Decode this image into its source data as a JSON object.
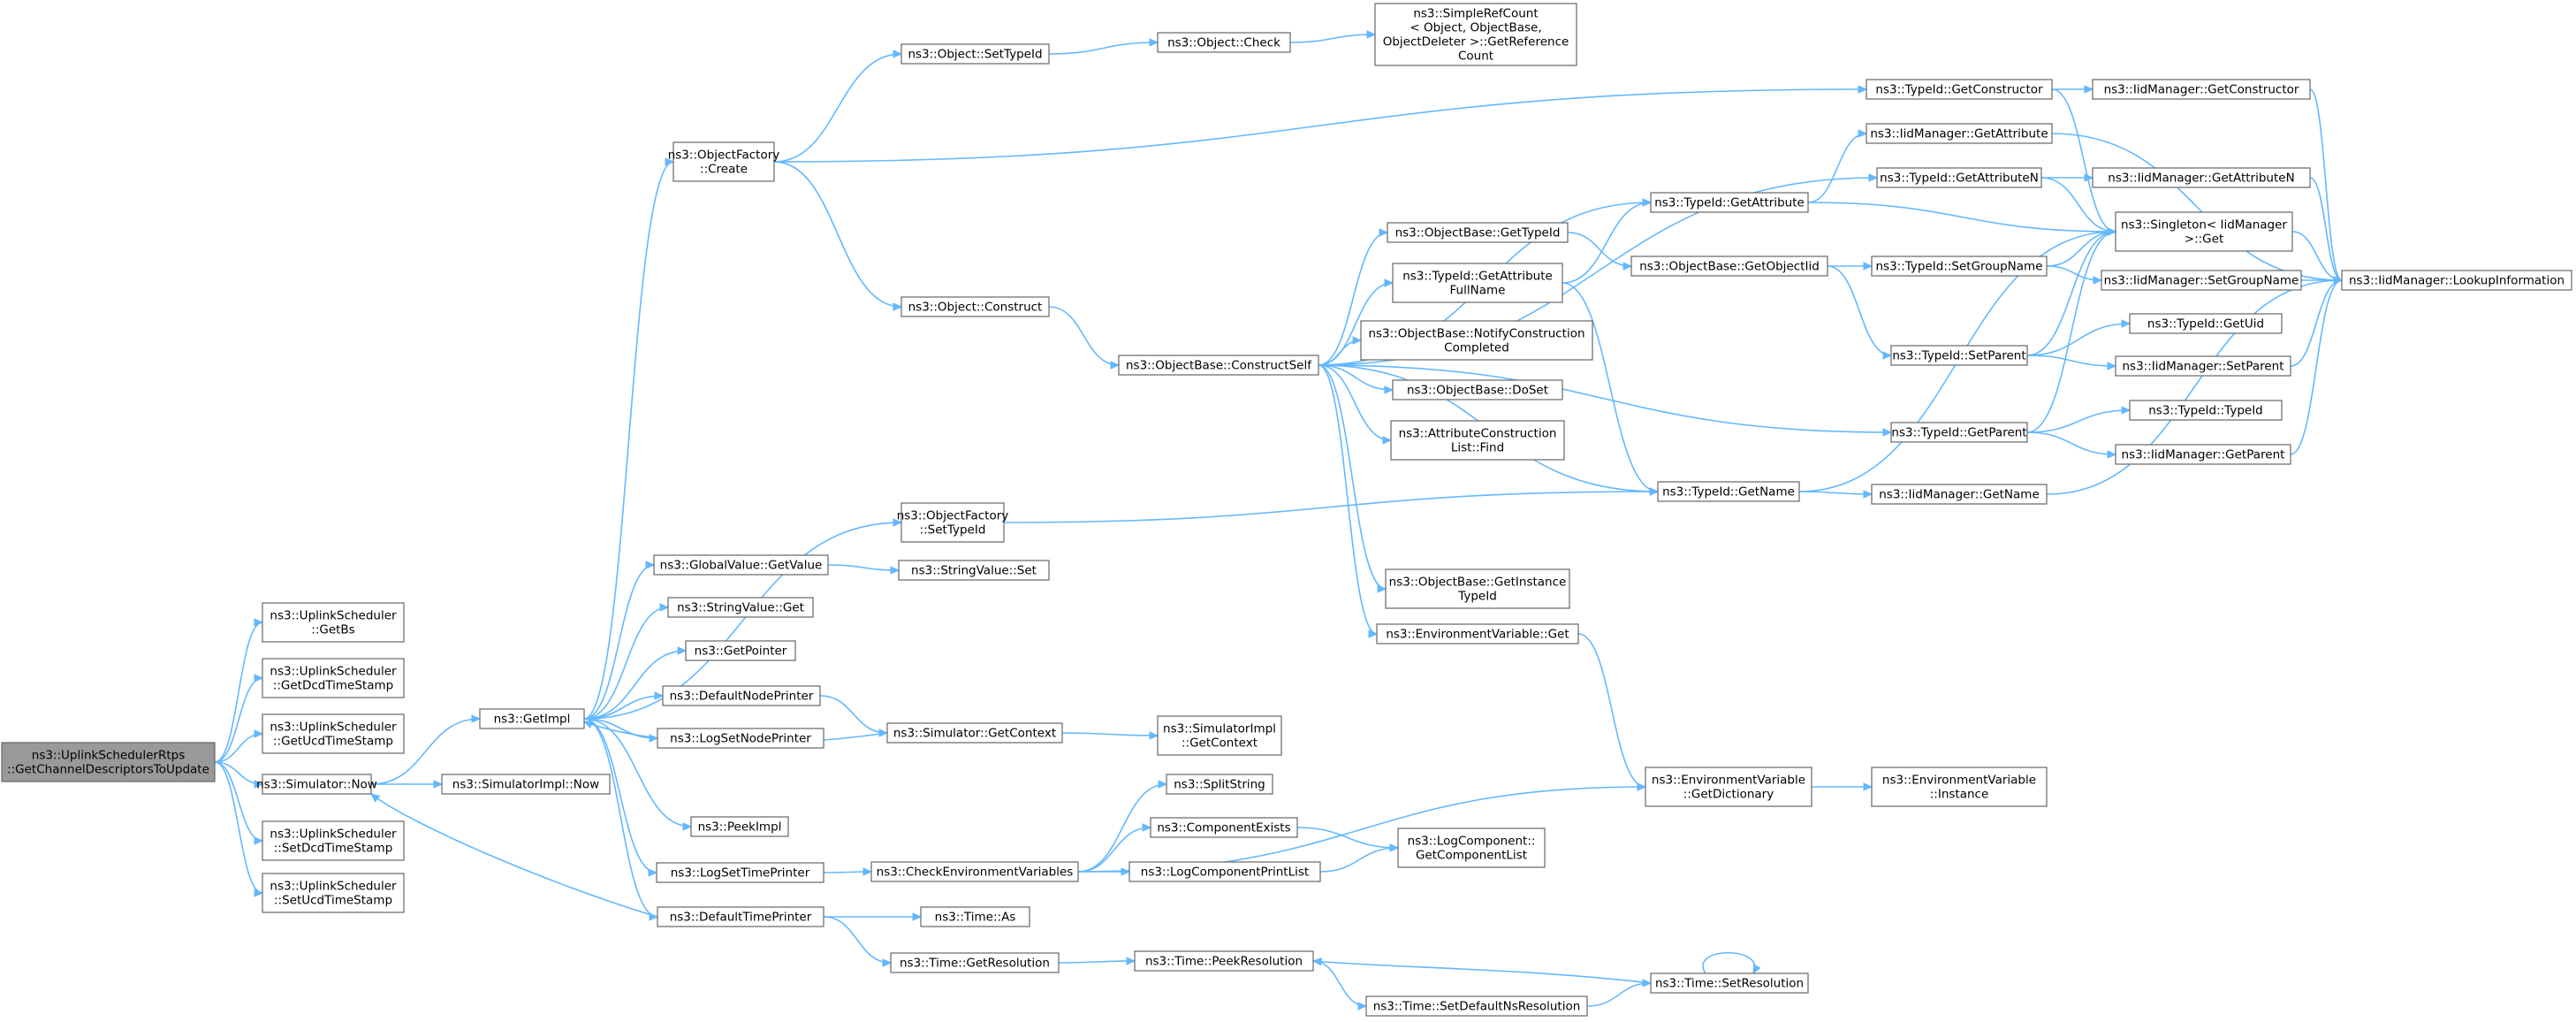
{
  "colors": {
    "edge": "#63b8ff",
    "node_border": "#666666",
    "root_fill": "#999999",
    "node_fill": "#ffffff"
  },
  "nodes": [
    {
      "id": "root",
      "lines": [
        "ns3::UplinkSchedulerRtps",
        "::GetChannelDescriptorsToUpdate"
      ],
      "root": true
    },
    {
      "id": "getBs",
      "lines": [
        "ns3::UplinkScheduler",
        "::GetBs"
      ]
    },
    {
      "id": "getDcd",
      "lines": [
        "ns3::UplinkScheduler",
        "::GetDcdTimeStamp"
      ]
    },
    {
      "id": "getUcd",
      "lines": [
        "ns3::UplinkScheduler",
        "::GetUcdTimeStamp"
      ]
    },
    {
      "id": "simNow",
      "lines": [
        "ns3::Simulator::Now"
      ]
    },
    {
      "id": "setDcd",
      "lines": [
        "ns3::UplinkScheduler",
        "::SetDcdTimeStamp"
      ]
    },
    {
      "id": "setUcd",
      "lines": [
        "ns3::UplinkScheduler",
        "::SetUcdTimeStamp"
      ]
    },
    {
      "id": "getImpl",
      "lines": [
        "ns3::GetImpl"
      ]
    },
    {
      "id": "simImplNow",
      "lines": [
        "ns3::SimulatorImpl::Now"
      ]
    },
    {
      "id": "ofCreate",
      "lines": [
        "ns3::ObjectFactory",
        "::Create"
      ]
    },
    {
      "id": "ofSetTypeId",
      "lines": [
        "ns3::ObjectFactory",
        "::SetTypeId"
      ]
    },
    {
      "id": "gvGetValue",
      "lines": [
        "ns3::GlobalValue::GetValue"
      ]
    },
    {
      "id": "svGet",
      "lines": [
        "ns3::StringValue::Get"
      ]
    },
    {
      "id": "getPointer",
      "lines": [
        "ns3::GetPointer"
      ]
    },
    {
      "id": "defNodePrinter",
      "lines": [
        "ns3::DefaultNodePrinter"
      ]
    },
    {
      "id": "logSetNodePrinter",
      "lines": [
        "ns3::LogSetNodePrinter"
      ]
    },
    {
      "id": "peekImpl",
      "lines": [
        "ns3::PeekImpl"
      ]
    },
    {
      "id": "logSetTimePrinter",
      "lines": [
        "ns3::LogSetTimePrinter"
      ]
    },
    {
      "id": "defTimePrinter",
      "lines": [
        "ns3::DefaultTimePrinter"
      ]
    },
    {
      "id": "objSetTypeId",
      "lines": [
        "ns3::Object::SetTypeId"
      ]
    },
    {
      "id": "objConstruct",
      "lines": [
        "ns3::Object::Construct"
      ]
    },
    {
      "id": "svSet",
      "lines": [
        "ns3::StringValue::Set"
      ]
    },
    {
      "id": "simGetContext",
      "lines": [
        "ns3::Simulator::GetContext"
      ]
    },
    {
      "id": "checkEnv",
      "lines": [
        "ns3::CheckEnvironmentVariables"
      ]
    },
    {
      "id": "timeAs",
      "lines": [
        "ns3::Time::As"
      ]
    },
    {
      "id": "timeGetRes",
      "lines": [
        "ns3::Time::GetResolution"
      ]
    },
    {
      "id": "objCheck",
      "lines": [
        "ns3::Object::Check"
      ]
    },
    {
      "id": "obConstructSelf",
      "lines": [
        "ns3::ObjectBase::ConstructSelf"
      ]
    },
    {
      "id": "simImplGetContext",
      "lines": [
        "ns3::SimulatorImpl",
        "::GetContext"
      ]
    },
    {
      "id": "splitString",
      "lines": [
        "ns3::SplitString"
      ]
    },
    {
      "id": "compExists",
      "lines": [
        "ns3::ComponentExists"
      ]
    },
    {
      "id": "logCompPrintList",
      "lines": [
        "ns3::LogComponentPrintList"
      ]
    },
    {
      "id": "timePeekRes",
      "lines": [
        "ns3::Time::PeekResolution"
      ]
    },
    {
      "id": "timeSetDefNsRes",
      "lines": [
        "ns3::Time::SetDefaultNsResolution"
      ]
    },
    {
      "id": "simpleRefCount",
      "lines": [
        "ns3::SimpleRefCount",
        "< Object, ObjectBase,",
        "ObjectDeleter >::GetReference",
        "Count"
      ]
    },
    {
      "id": "obGetTypeId",
      "lines": [
        "ns3::ObjectBase::GetTypeId"
      ]
    },
    {
      "id": "tidGetAttrFullName",
      "lines": [
        "ns3::TypeId::GetAttribute",
        "FullName"
      ]
    },
    {
      "id": "obNotifyConstr",
      "lines": [
        "ns3::ObjectBase::NotifyConstruction",
        "Completed"
      ]
    },
    {
      "id": "obDoSet",
      "lines": [
        "ns3::ObjectBase::DoSet"
      ]
    },
    {
      "id": "attrConstrFind",
      "lines": [
        "ns3::AttributeConstruction",
        "List::Find"
      ]
    },
    {
      "id": "obGetInstTypeId",
      "lines": [
        "ns3::ObjectBase::GetInstance",
        "TypeId"
      ]
    },
    {
      "id": "envGet",
      "lines": [
        "ns3::EnvironmentVariable::Get"
      ]
    },
    {
      "id": "logCompGetList",
      "lines": [
        "ns3::LogComponent::",
        "GetComponentList"
      ]
    },
    {
      "id": "tidGetAttribute",
      "lines": [
        "ns3::TypeId::GetAttribute"
      ]
    },
    {
      "id": "obGetObjectIid",
      "lines": [
        "ns3::ObjectBase::GetObjectIid"
      ]
    },
    {
      "id": "tidGetName",
      "lines": [
        "ns3::TypeId::GetName"
      ]
    },
    {
      "id": "envGetDict",
      "lines": [
        "ns3::EnvironmentVariable",
        "::GetDictionary"
      ]
    },
    {
      "id": "timeSetRes",
      "lines": [
        "ns3::Time::SetResolution"
      ]
    },
    {
      "id": "tidGetConstructor",
      "lines": [
        "ns3::TypeId::GetConstructor"
      ]
    },
    {
      "id": "iidGetAttribute",
      "lines": [
        "ns3::IidManager::GetAttribute"
      ]
    },
    {
      "id": "tidGetAttributeN",
      "lines": [
        "ns3::TypeId::GetAttributeN"
      ]
    },
    {
      "id": "tidSetGroupName",
      "lines": [
        "ns3::TypeId::SetGroupName"
      ]
    },
    {
      "id": "tidSetParent",
      "lines": [
        "ns3::TypeId::SetParent"
      ]
    },
    {
      "id": "tidGetParent",
      "lines": [
        "ns3::TypeId::GetParent"
      ]
    },
    {
      "id": "iidGetName",
      "lines": [
        "ns3::IidManager::GetName"
      ]
    },
    {
      "id": "envInstance",
      "lines": [
        "ns3::EnvironmentVariable",
        "::Instance"
      ]
    },
    {
      "id": "iidGetConstructor",
      "lines": [
        "ns3::IidManager::GetConstructor"
      ]
    },
    {
      "id": "singletonGet",
      "lines": [
        "ns3::Singleton< IidManager",
        ">::Get"
      ]
    },
    {
      "id": "iidGetAttributeN",
      "lines": [
        "ns3::IidManager::GetAttributeN"
      ]
    },
    {
      "id": "iidSetGroupName",
      "lines": [
        "ns3::IidManager::SetGroupName"
      ]
    },
    {
      "id": "tidGetUid",
      "lines": [
        "ns3::TypeId::GetUid"
      ]
    },
    {
      "id": "iidSetParent",
      "lines": [
        "ns3::IidManager::SetParent"
      ]
    },
    {
      "id": "tidTypeId",
      "lines": [
        "ns3::TypeId::TypeId"
      ]
    },
    {
      "id": "iidGetParent",
      "lines": [
        "ns3::IidManager::GetParent"
      ]
    },
    {
      "id": "iidLookupInfo",
      "lines": [
        "ns3::IidManager::LookupInformation"
      ]
    }
  ]
}
